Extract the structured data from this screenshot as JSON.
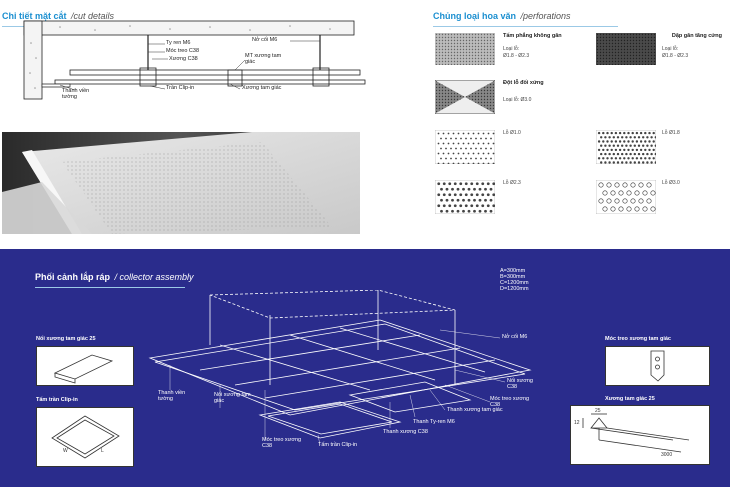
{
  "cut_details": {
    "title": "Chi tiết mặt cắt",
    "title_en": "/cut details",
    "labels": [
      "Ty ren M6",
      "Nở cối M6",
      "Móc treo C38",
      "Xương C38",
      "MT xương tam giác",
      "Thanh viền tường",
      "Trần Clip-in",
      "Xương tam giác"
    ]
  },
  "perforations": {
    "title": "Chủng loại hoa văn",
    "title_en": "/perforations",
    "items": [
      {
        "name": "Tấm phẳng không gân",
        "spec_label": "Loại lỗ:",
        "spec": "Ø1.8 - Ø2.3"
      },
      {
        "name": "Dập gân tăng cứng",
        "spec_label": "Loại lỗ:",
        "spec": "Ø1.8 - Ø2.3"
      },
      {
        "name": "Đột lỗ đối xứng",
        "spec_label": "Loại lỗ: Ø3.0",
        "spec": ""
      },
      {
        "name": "Lỗ Ø1.0"
      },
      {
        "name": "Lỗ Ø1.8"
      },
      {
        "name": "Lỗ Ø2.3"
      },
      {
        "name": "Lỗ Ø3.0"
      }
    ]
  },
  "assembly": {
    "title": "Phối cảnh lắp ráp",
    "title_en": "/ collector assembly",
    "dims": [
      "A=300mm",
      "B=300mm",
      "C=1200mm",
      "D=1200mm"
    ],
    "labels": [
      "Nở cối M6",
      "Nối xương C38",
      "Móc treo xương C38",
      "Thanh xương tam giác",
      "Thanh Ty-ren M6",
      "Thanh xương C38",
      "Tấm trần Clip-in",
      "Móc treo xương C38",
      "Nối xương tam giác",
      "Thanh viền tường"
    ],
    "insets": {
      "joint": "Nối xương tam giác 25",
      "clipin": "Tấm trần Clip-in",
      "hanger": "Móc treo xương tam giác",
      "profile": "Xương tam giác 25",
      "w": "W",
      "l": "L",
      "d25": "25",
      "d12": "12",
      "d3000": "3000"
    }
  },
  "colors": {
    "accent": "#1b8fd0",
    "panel": "#2a2c8c"
  }
}
